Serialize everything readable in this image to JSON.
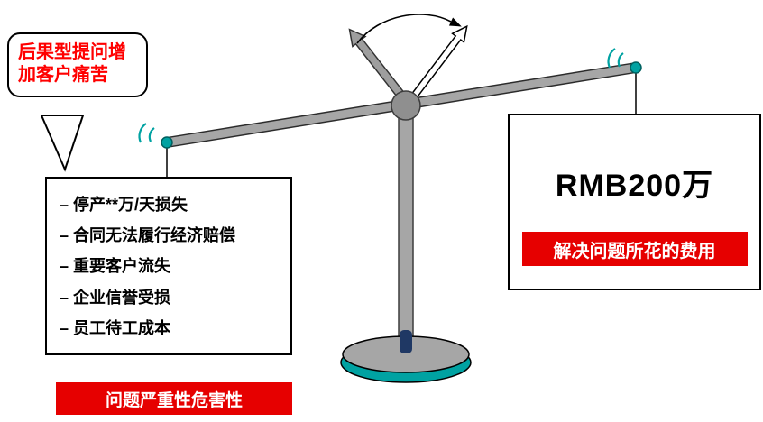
{
  "speech_bubble": {
    "text": "后果型提问增加客户痛苦"
  },
  "left_box": {
    "items": [
      "– 停产**万/天损失",
      "– 合同无法履行经济赔偿",
      "– 重要客户流失",
      "– 企业信誉受损",
      "– 员工待工成本"
    ]
  },
  "left_label": {
    "text": "问题严重性危害性"
  },
  "right_box": {
    "amount": "RMB200万",
    "label": "解决问题所花的费用"
  },
  "colors": {
    "accent_red": "#e60000",
    "bubble_text_red": "#ff0000",
    "teal": "#00a2a2",
    "beam_gray": "#a6a6a6",
    "post_navy": "#1f3864"
  }
}
